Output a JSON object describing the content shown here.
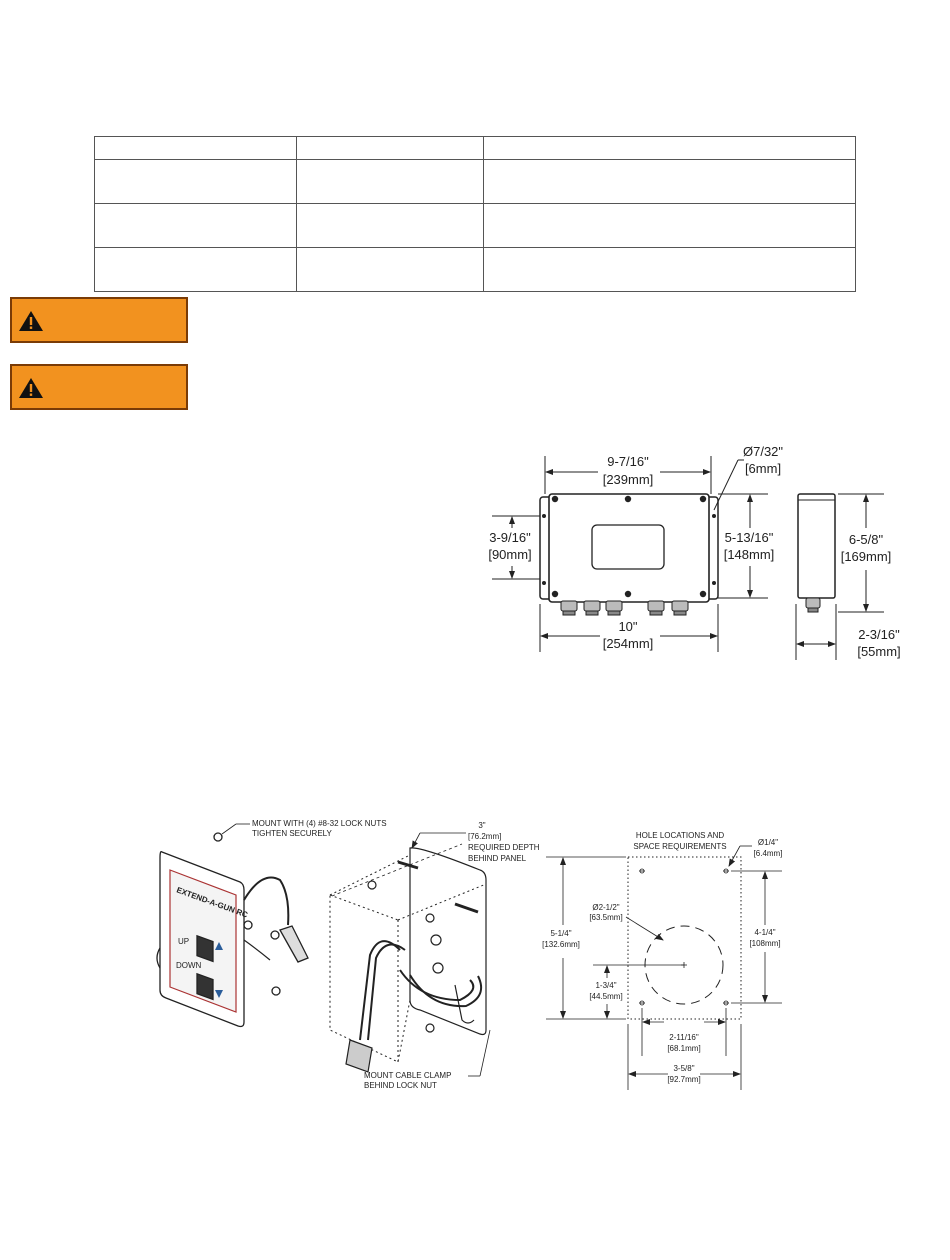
{
  "table": {
    "header": [
      "",
      "",
      ""
    ],
    "rows": [
      [
        "",
        "",
        ""
      ],
      [
        "",
        "",
        ""
      ],
      [
        "",
        "",
        ""
      ]
    ]
  },
  "warnings": [
    {
      "icon": "warning-triangle-icon",
      "label": "",
      "color": "#f2921f"
    },
    {
      "icon": "warning-triangle-icon",
      "label": "",
      "color": "#f2921f"
    }
  ],
  "enclosure_drawing": {
    "top_width_in": "9-7/16\"",
    "top_width_mm": "[239mm]",
    "hole_dia_in": "Ø7/32\"",
    "hole_dia_mm": "[6mm]",
    "left_height_in": "3-9/16\"",
    "left_height_mm": "[90mm]",
    "right_height_in": "5-13/16\"",
    "right_height_mm": "[148mm]",
    "bottom_width_in": "10\"",
    "bottom_width_mm": "[254mm]",
    "side_height_in": "6-5/8\"",
    "side_height_mm": "[169mm]",
    "side_depth_in": "2-3/16\"",
    "side_depth_mm": "[55mm]"
  },
  "panel_drawing": {
    "label_lock_nuts_1": "MOUNT WITH (4) #8-32 LOCK NUTS",
    "label_lock_nuts_2": "TIGHTEN SECURELY",
    "depth_in": "3\"",
    "depth_mm": "[76.2mm]",
    "depth_note_1": "REQUIRED DEPTH",
    "depth_note_2": "BEHIND PANEL",
    "clamp_note_1": "MOUNT CABLE CLAMP",
    "clamp_note_2": "BEHIND LOCK NUT",
    "panel_brand": "EXTEND-A-GUN RC",
    "panel_up_label": "UP",
    "panel_down_label": "DOWN"
  },
  "hole_drawing": {
    "title_1": "HOLE LOCATIONS AND",
    "title_2": "SPACE REQUIREMENTS",
    "hole_dia_in": "Ø1/4\"",
    "hole_dia_mm": "[6.4mm]",
    "bore_dia_in": "Ø2-1/2\"",
    "bore_dia_mm": "[63.5mm]",
    "height_in": "5-1/4\"",
    "height_mm": "[132.6mm]",
    "hole_spacing_v_in": "4-1/4\"",
    "hole_spacing_v_mm": "[108mm]",
    "center_height_in": "1-3/4\"",
    "center_height_mm": "[44.5mm]",
    "hole_spacing_h_in": "2-11/16\"",
    "hole_spacing_h_mm": "[68.1mm]",
    "width_in": "3-5/8\"",
    "width_mm": "[92.7mm]"
  }
}
